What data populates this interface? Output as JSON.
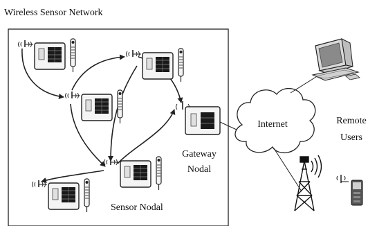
{
  "title": "Wireless Sensor Network",
  "labels": {
    "internet": "Internet",
    "remote_users_line1": "Remote",
    "remote_users_line2": "Users",
    "gateway_line1": "Gateway",
    "gateway_line2": "Nodal",
    "sensor_nodal": "Sensor Nodal"
  },
  "icons": {
    "sensor_node": "sensor-node-icon",
    "gateway": "gateway-node-icon",
    "cloud": "internet-cloud-icon",
    "computer": "computer-icon",
    "tower": "radio-tower-icon",
    "phone": "phone-icon",
    "antenna": "antenna-signal-icon"
  },
  "colors": {
    "line": "#222222",
    "node_fill": "#f4f4f4",
    "dark": "#1a1a1a"
  }
}
